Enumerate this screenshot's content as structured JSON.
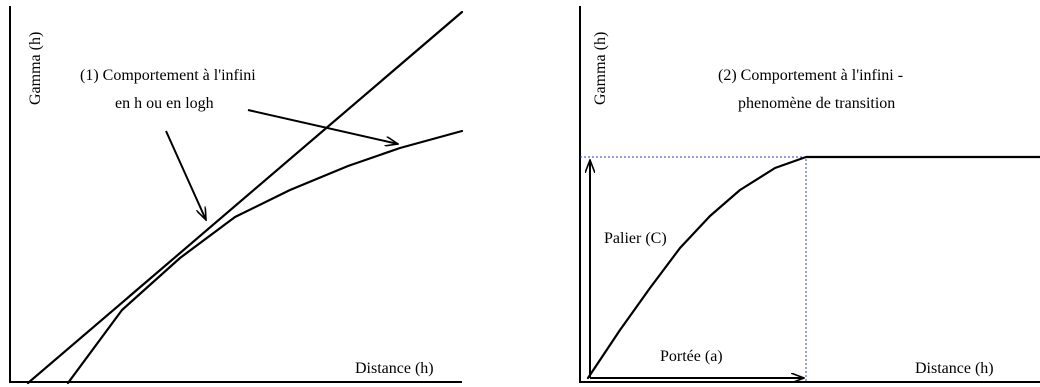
{
  "panel1": {
    "ylabel": "Gamma (h)",
    "xlabel": "Distance (h)",
    "title_line1": "(1) Comportement à l'infini",
    "title_line2": "en h ou en  logh"
  },
  "panel2": {
    "ylabel": "Gamma (h)",
    "xlabel": "Distance (h)",
    "title_line1": "(2) Comportement à l'infini -",
    "title_line2": "phenomène de transition",
    "sill_label": "Palier (C)",
    "range_label": "Portée (a)"
  }
}
